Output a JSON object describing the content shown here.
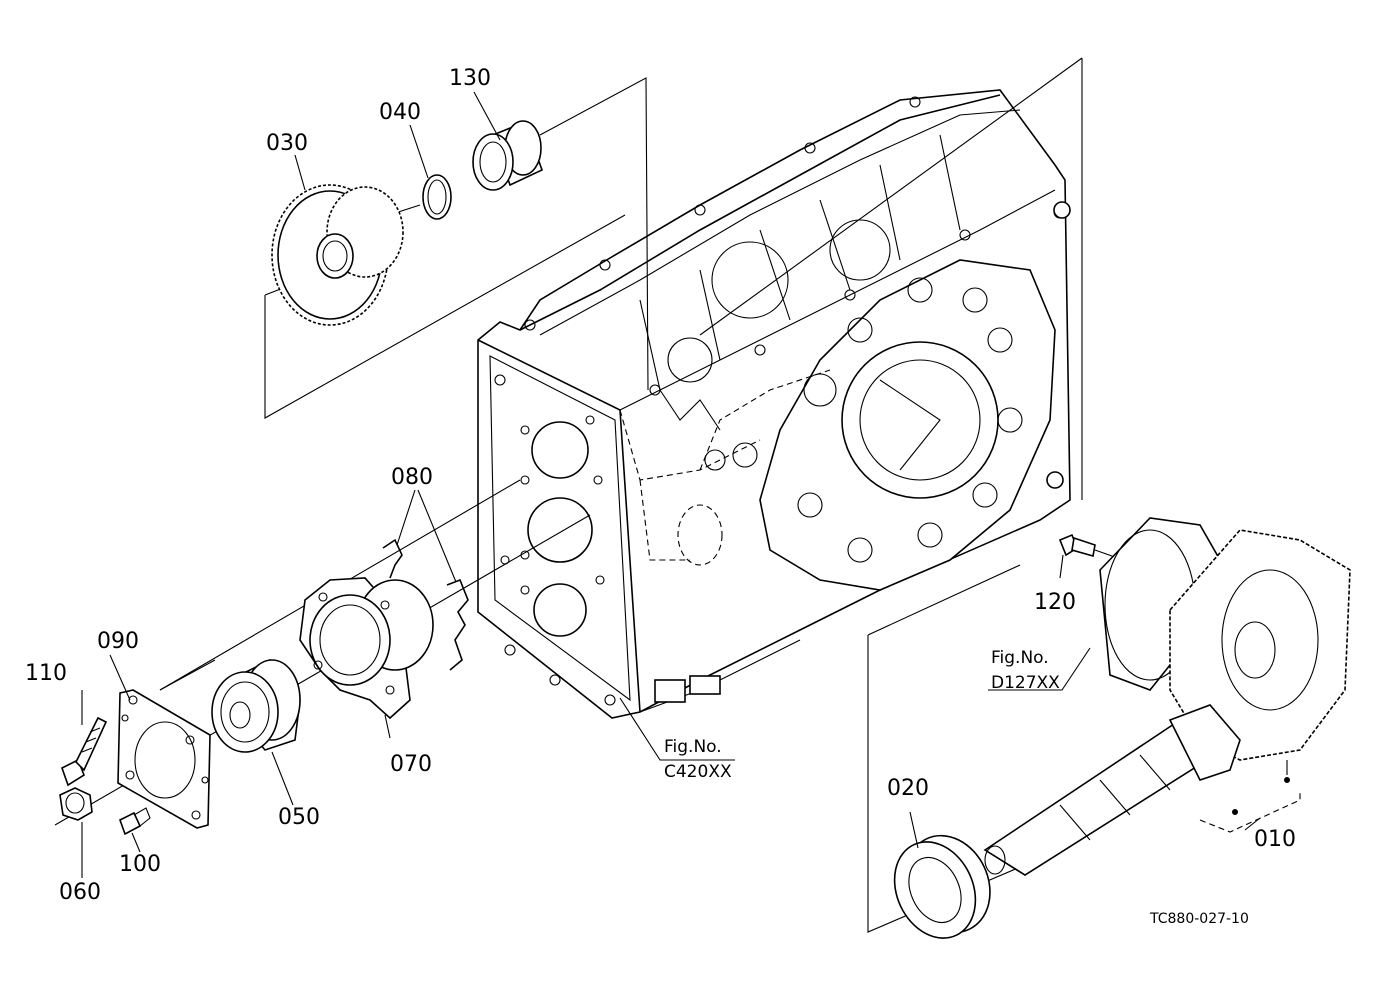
{
  "labels": {
    "p010": "010",
    "p020": "020",
    "p030": "030",
    "p040": "040",
    "p050": "050",
    "p060": "060",
    "p070": "070",
    "p080": "080",
    "p090": "090",
    "p100": "100",
    "p110": "110",
    "p120": "120",
    "p130": "130"
  },
  "refs": {
    "c420_title": "Fig.No.",
    "c420_code": "C420XX",
    "d127_title": "Fig.No.",
    "d127_code": "D127XX"
  },
  "drawing_code": "TC880-027-10"
}
